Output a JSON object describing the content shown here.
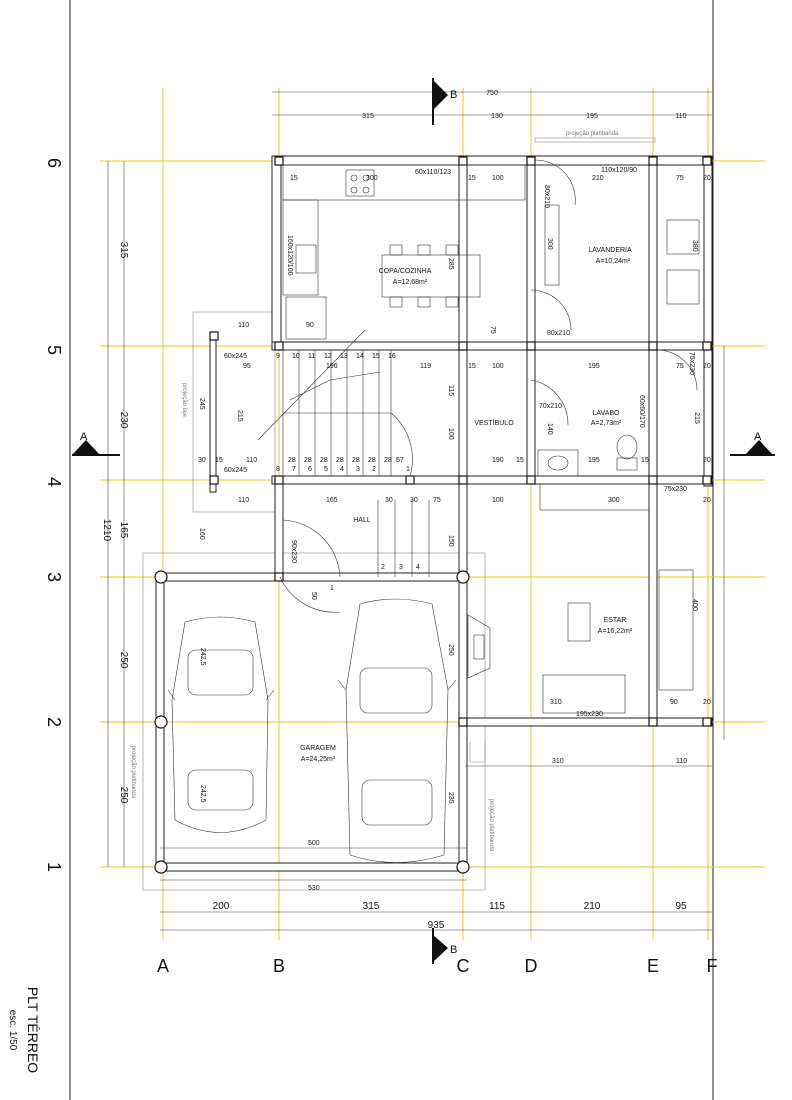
{
  "plan_title": "PLT TÉRREO",
  "plan_scale": "esc. 1/50",
  "section_label": "A",
  "section_label_b": "B",
  "axis_columns": [
    "A",
    "B",
    "C",
    "D",
    "E",
    "F"
  ],
  "axis_rows": [
    "1",
    "2",
    "3",
    "4",
    "5",
    "6"
  ],
  "rooms": {
    "copa_name": "COPA/COZINHA",
    "copa_area": "A=12,68m²",
    "lavanderia_name": "LAVANDERIA",
    "lavanderia_area": "A=10,24m²",
    "vestibulo_name": "VESTÍBULO",
    "lavabo_name": "LAVABO",
    "lavabo_area": "A=2,73m²",
    "hall_name": "HALL",
    "estar_name": "ESTAR",
    "estar_area": "A=16,22m²",
    "garagem_name": "GARAGEM",
    "garagem_area": "A=24,25m²"
  },
  "annotations": {
    "projecao_platibanda": "projeção platibanda",
    "projecao_laje": "projeção laje",
    "win_copa": "60x110/123",
    "win_lav": "110x120/90",
    "door_lav": "80x210",
    "door_lav2": "80x210",
    "win_cozinha": "160x120/100",
    "win_lavabo": "60x60/170",
    "door_lavabo": "70x210",
    "door_hall": "90x230",
    "door_estar": "75x230",
    "win_estar": "195x230",
    "win_esc1": "60x245",
    "win_esc2": "60x245",
    "win_e5": "75x230",
    "d300": "300",
    "d380": "380"
  },
  "dims_top": {
    "total": "750",
    "d1": "315",
    "d2": "130",
    "d3": "195",
    "d4": "110"
  },
  "dims_bottom": {
    "total": "935",
    "d1": "200",
    "d2": "315",
    "d3": "115",
    "d4": "210",
    "d5": "95"
  },
  "dims_left": {
    "total": "1210",
    "d1": "315",
    "d2": "230",
    "d3": "165",
    "d4": "250",
    "d5": "250"
  },
  "dims_right": {
    "d1": "400",
    "d2": "215"
  },
  "dims_internal": {
    "r6_15a": "15",
    "r6_300": "300",
    "r6_15b": "15",
    "r6_100": "100",
    "r6_210": "210",
    "r6_75": "75",
    "r6_20": "20",
    "r5_110": "110",
    "r5_90": "90",
    "r5_95": "95",
    "r5_196": "196",
    "r5_119": "119",
    "r5_15": "15",
    "r5_100": "100",
    "r5_195": "195",
    "r5_75": "75",
    "r5_20": "20",
    "r4_30": "30",
    "r4_15": "15",
    "r4_110": "110",
    "r4_57": "57",
    "r4_190": "190",
    "r4_15b": "15",
    "r4_195": "195",
    "r4_15c": "15",
    "r4_20": "20",
    "r4b_110": "110",
    "r4b_165": "165",
    "r4b_30a": "30",
    "r4b_30b": "30",
    "r4b_75": "75",
    "r4b_100": "100",
    "r4b_300": "300",
    "r4b_20": "20",
    "r2_310": "310",
    "r2_90": "90",
    "r2_20": "20",
    "r2_310b": "310",
    "r2_110": "110",
    "r1_500": "500",
    "r1_530": "530",
    "v_285": "285",
    "v_245": "245",
    "v_215": "215",
    "v_115": "115",
    "v_100": "100",
    "v_150": "150",
    "v_160": "160",
    "v_250": "250",
    "v_235": "235",
    "v_242a": "242,5",
    "v_242b": "242,5",
    "v_140": "140",
    "v_75": "75",
    "v_50": "50"
  },
  "stair_steps_top": [
    "9",
    "10",
    "11",
    "12",
    "13",
    "14",
    "15",
    "16"
  ],
  "stair_steps_bottom": [
    "8",
    "7",
    "6",
    "5",
    "4",
    "3",
    "2",
    "1"
  ],
  "stair_tread_dims": [
    "28",
    "28",
    "28",
    "28",
    "28",
    "28",
    "28"
  ],
  "hall_steps": [
    "1",
    "2",
    "3",
    "4"
  ]
}
